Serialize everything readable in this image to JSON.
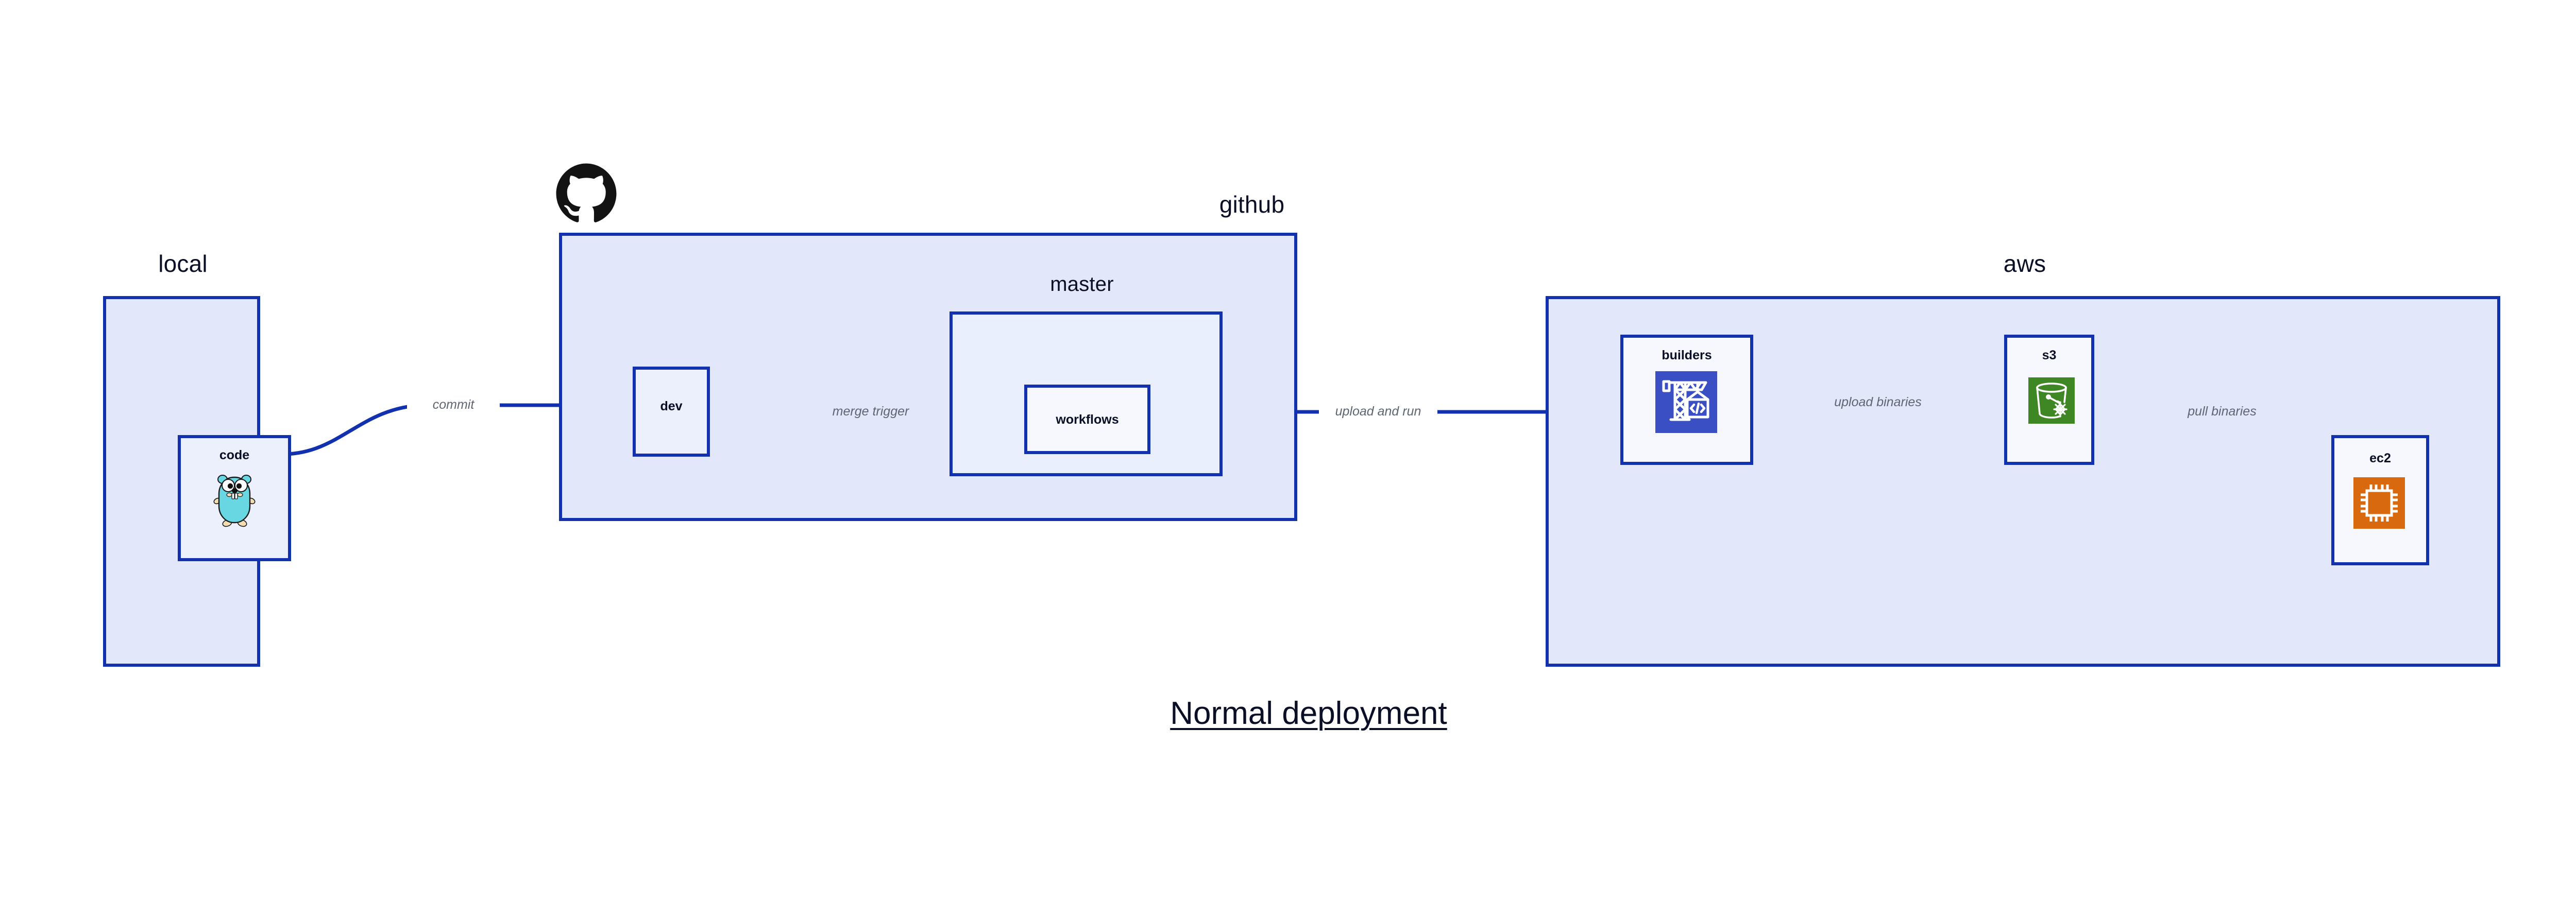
{
  "diagram": {
    "title": "Normal deployment",
    "accent_border": "#1131ae",
    "zone_fill": "#e2e8fa",
    "node_fill": "#ebf0fc",
    "text_color": "#0b0f26",
    "edge_label_color": "#5f6672"
  },
  "zones": [
    {
      "id": "local",
      "label": "local"
    },
    {
      "id": "github",
      "label": "github"
    },
    {
      "id": "master",
      "label": "master"
    },
    {
      "id": "aws",
      "label": "aws"
    }
  ],
  "nodes": [
    {
      "id": "code",
      "label": "code",
      "icon": "go-gopher-icon"
    },
    {
      "id": "dev",
      "label": "dev",
      "icon": null
    },
    {
      "id": "workflows",
      "label": "workflows",
      "icon": null
    },
    {
      "id": "builders",
      "label": "builders",
      "icon": "aws-builders-crane-icon"
    },
    {
      "id": "s3",
      "label": "s3",
      "icon": "aws-s3-bucket-icon"
    },
    {
      "id": "ec2",
      "label": "ec2",
      "icon": "aws-ec2-chip-icon"
    }
  ],
  "edges": [
    {
      "id": "code-to-dev",
      "label": "commit",
      "from": "code",
      "to": "dev"
    },
    {
      "id": "dev-to-workflows",
      "label": "merge trigger",
      "from": "dev",
      "to": "workflows"
    },
    {
      "id": "workflows-to-builders",
      "label": "upload and run",
      "from": "workflows",
      "to": "builders"
    },
    {
      "id": "builders-to-s3",
      "label": "upload binaries",
      "from": "builders",
      "to": "s3"
    },
    {
      "id": "s3-to-ec2",
      "label": "pull binaries",
      "from": "s3",
      "to": "ec2"
    }
  ],
  "icons": {
    "github_logo": "github-octocat-icon",
    "go_gopher": "go-gopher-icon",
    "builders": "aws-builders-crane-icon",
    "s3": "aws-s3-bucket-icon",
    "ec2": "aws-ec2-chip-icon"
  },
  "icon_colors": {
    "github_logo": "#131313",
    "gopher_body": "#69d7e2",
    "builders_tile": "#3b4fc4",
    "s3_tile": "#3f8624",
    "ec2_tile": "#d9690f"
  }
}
